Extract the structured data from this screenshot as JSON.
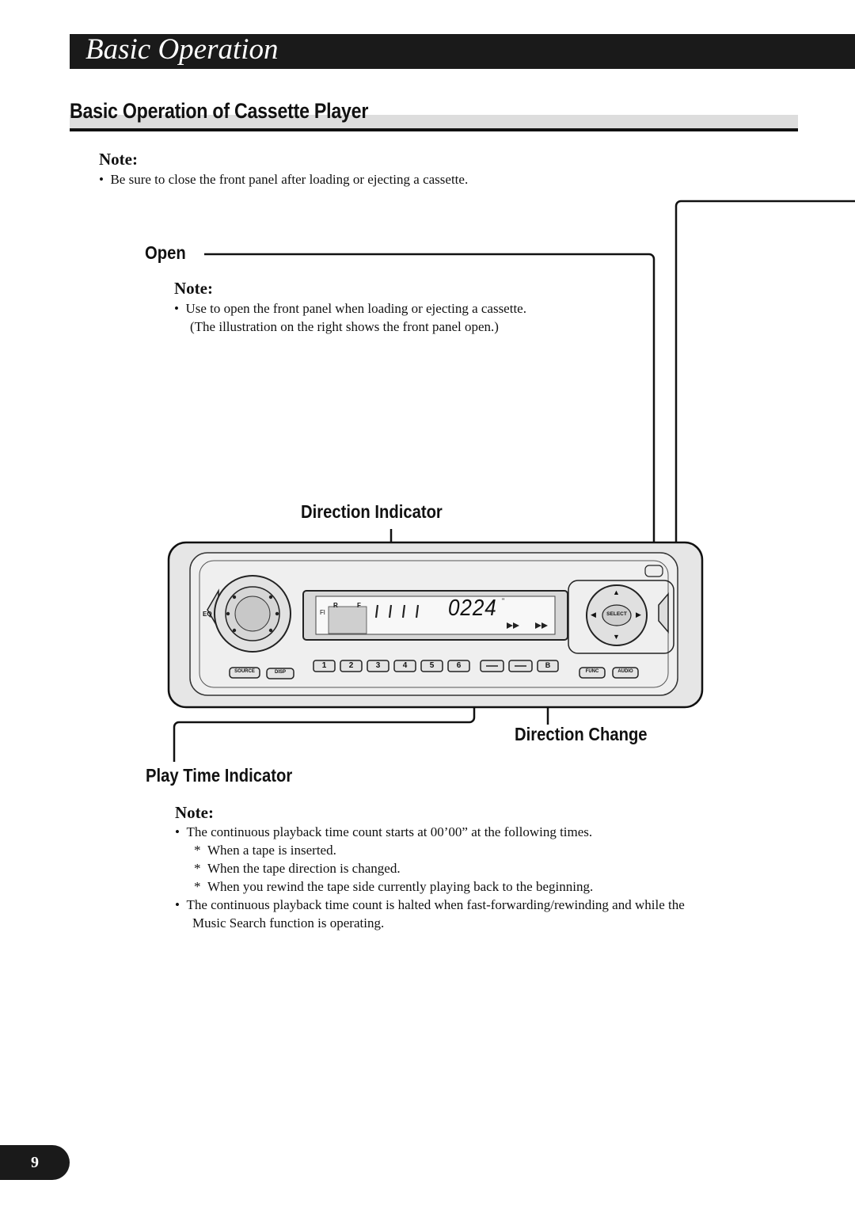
{
  "header": {
    "title": "Basic Operation"
  },
  "section": {
    "title": "Basic Operation of Cassette Player"
  },
  "note1": {
    "label": "Note:",
    "items": [
      "Be sure to close the front panel after loading or ejecting a cassette."
    ]
  },
  "open": {
    "label": "Open",
    "note_label": "Note:",
    "items": [
      "Use to open the front panel when loading or ejecting a cassette.",
      "(The illustration on the right shows the front panel open.)"
    ]
  },
  "callouts": {
    "direction_indicator": "Direction Indicator",
    "direction_change": "Direction Change",
    "play_time_indicator": "Play Time Indicator"
  },
  "device": {
    "display_time": "0224",
    "display_time_mark": "\"",
    "display_letters": [
      "R",
      "F"
    ],
    "display_fl": "Fl",
    "eq": "EQ",
    "presets": [
      "1",
      "2",
      "3",
      "4",
      "5",
      "6"
    ],
    "b_button": "B",
    "source": "SOURCE",
    "disp": "DISP",
    "func": "FUNC",
    "audio": "AUDIO",
    "select": "SELECT",
    "arrows": {
      "up": "▲",
      "down": "▼",
      "left": "◀",
      "right": "▶"
    }
  },
  "play_note": {
    "label": "Note:",
    "bullet1": "The continuous playback time count starts at 00’00” at the following times.",
    "sub": [
      "When a tape is inserted.",
      "When the tape direction is changed.",
      "When you rewind the tape side currently playing back to the beginning."
    ],
    "bullet2_line1": "The continuous playback time count is halted when fast-forwarding/rewinding and while the",
    "bullet2_line2": "Music Search function is operating."
  },
  "page": {
    "number": "9"
  }
}
